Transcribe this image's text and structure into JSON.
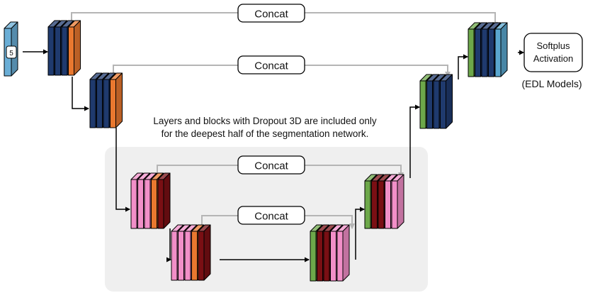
{
  "input": {
    "channels": "5"
  },
  "skip_labels": [
    "Concat",
    "Concat",
    "Concat",
    "Concat"
  ],
  "note": {
    "line1": "Layers and blocks with Dropout 3D are included only",
    "line2": "for the deepest half of the segmentation network."
  },
  "output": {
    "activation_line1": "Softplus",
    "activation_line2": "Activation",
    "caption": "(EDL Models)"
  },
  "colors": {
    "input_blue": "#6aaed6",
    "navy": "#1f3a6e",
    "orange": "#e9782f",
    "pink": "#f28fc8",
    "dark_red": "#7a0f14",
    "green": "#6da84a",
    "light_blue": "#5aa7d0",
    "skip_gray": "#b5b5b5",
    "region_gray": "#efefef"
  }
}
